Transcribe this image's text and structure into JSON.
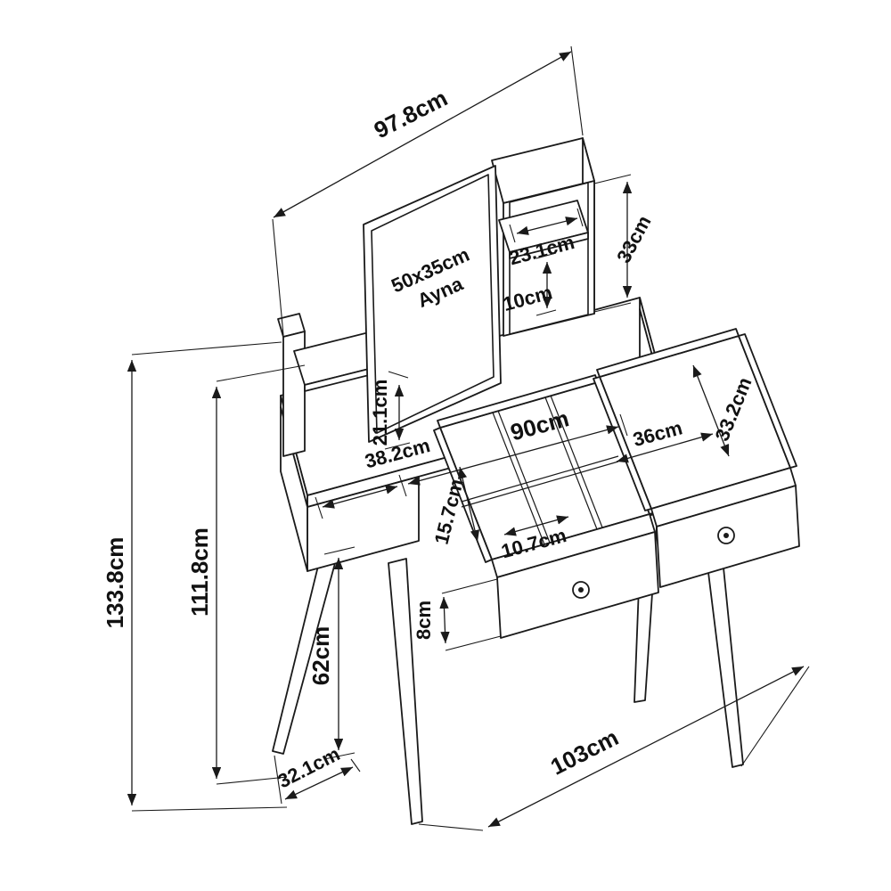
{
  "diagram": {
    "kind": "furniture-dimension-drawing",
    "product": "dressing table with mirror",
    "units": "cm",
    "colors": {
      "line": "#1a1a1a",
      "background": "#ffffff",
      "text": "#111111"
    }
  },
  "labels": {
    "overall_width": "97.8cm",
    "mirror_line1": "50x35cm",
    "mirror_line2": "Ayna",
    "tower_shelf_width": "23.1cm",
    "tower_opening_height": "33cm",
    "tower_shelf_clearance": "10cm",
    "side_shelf_clearance": "21.1cm",
    "desktop_section_width": "38.2cm",
    "desktop_front_width": "90cm",
    "right_drawer_inner_width": "36cm",
    "right_drawer_inner_depth": "33.2cm",
    "organizer_compartment_depth": "15.7cm",
    "organizer_compartment_width": "10.7cm",
    "drawer_inner_height": "8cm",
    "leg_length": "62cm",
    "leg_offset": "32.1cm",
    "total_height": "133.8cm",
    "body_height": "111.8cm",
    "overall_floor_width": "103cm"
  }
}
